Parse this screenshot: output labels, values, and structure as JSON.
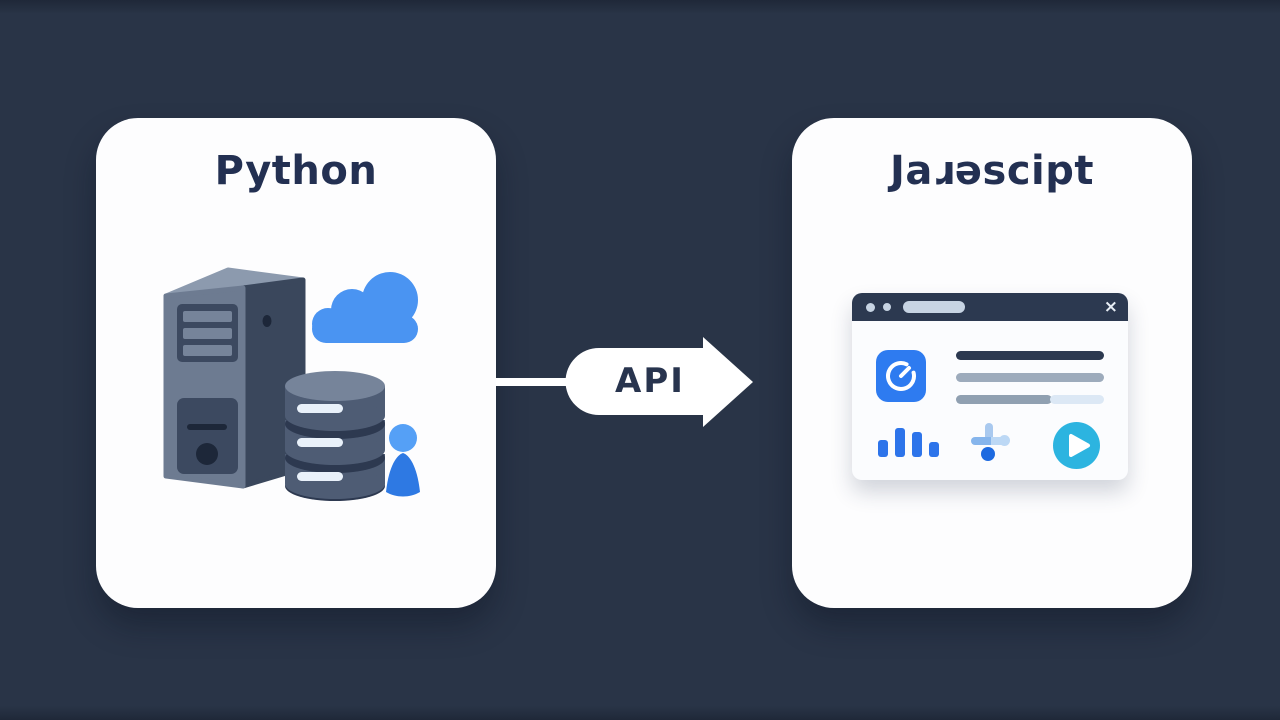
{
  "page": {
    "background": "#293447"
  },
  "left_card": {
    "title": "Python",
    "illustration": {
      "label": "python-backend-illustration",
      "icons": [
        "server-tower-icon",
        "cloud-icon",
        "database-icon",
        "user-pawn-icon"
      ]
    }
  },
  "connector": {
    "label": "API"
  },
  "right_card": {
    "title": "Jaɹəscipt",
    "browser": {
      "label": "browser-window-illustration",
      "close_glyph": "×",
      "icons": [
        "window-dot-icon",
        "url-bar-pill",
        "close-icon",
        "clock-app-icon",
        "text-lines",
        "bar-chart-icon",
        "plus-crosshair-icon",
        "play-button-icon"
      ]
    }
  },
  "colors": {
    "background": "#293447",
    "card": "#fdfdfe",
    "title_text": "#233052",
    "arrow": "#ffffff",
    "api_text": "#28344e",
    "accent_blue": "#2e7bf0",
    "cloud_blue": "#4a94f2",
    "play_cyan": "#2cb4e0",
    "titlebar_navy": "#2c3950",
    "server_front": "#6d7b91",
    "server_side": "#3a475c",
    "database_body": "#4e5c74"
  }
}
